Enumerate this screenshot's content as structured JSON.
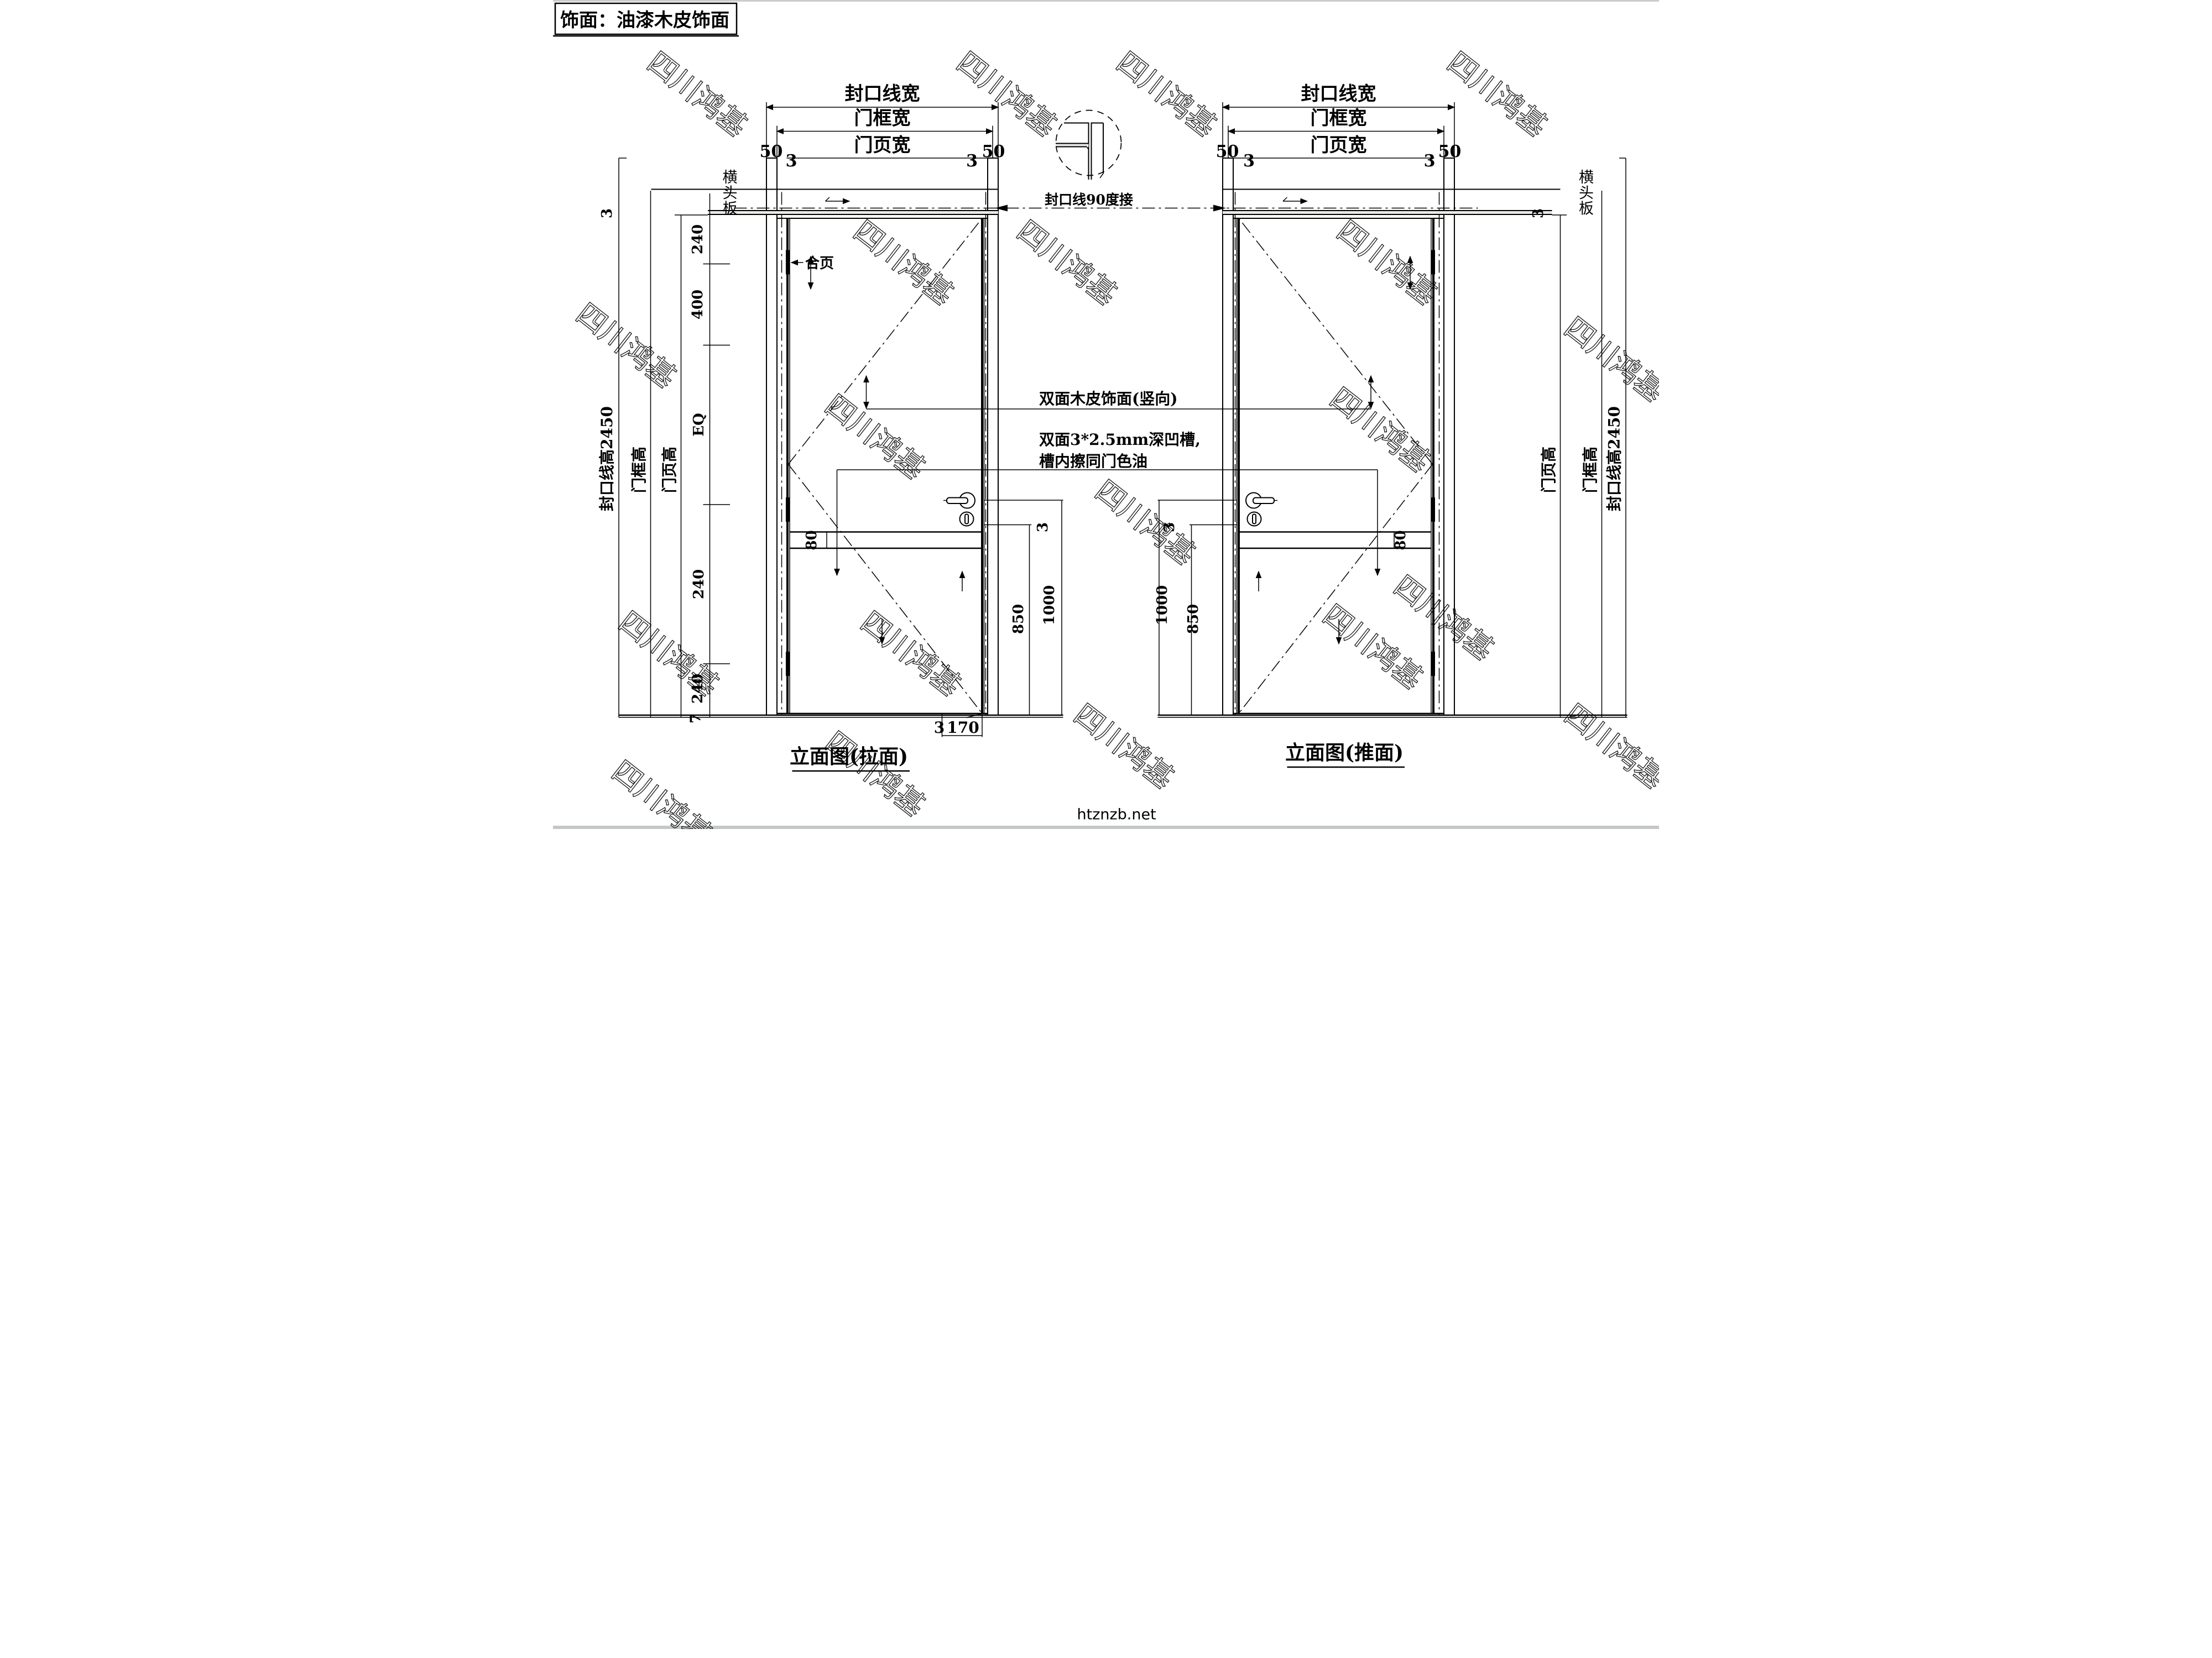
{
  "page": {
    "finish_note": "饰面：油漆木皮饰面",
    "watermark": "四川鸿基",
    "footer": "htznzb.net"
  },
  "dims": {
    "seal_width": "封口线宽",
    "frame_width": "门框宽",
    "leaf_width": "门页宽",
    "seal_height": "封口线高2450",
    "frame_height": "门框高",
    "leaf_height": "门页高",
    "head_board": "横头板",
    "hinge": "合页",
    "eq": "EQ",
    "d50": "50",
    "d3": "3",
    "d7": "7",
    "d80": "80",
    "d170": "170",
    "d240": "240",
    "d400": "400",
    "d850": "850",
    "d1000": "1000"
  },
  "notes": {
    "corner_detail": "封口线90度接",
    "veneer": "双面木皮饰面(竖向)",
    "groove_line1": "双面3*2.5mm深凹槽,",
    "groove_line2": "槽内擦同门色油"
  },
  "views": {
    "left_title": "立面图(拉面)",
    "right_title": "立面图(推面)"
  }
}
